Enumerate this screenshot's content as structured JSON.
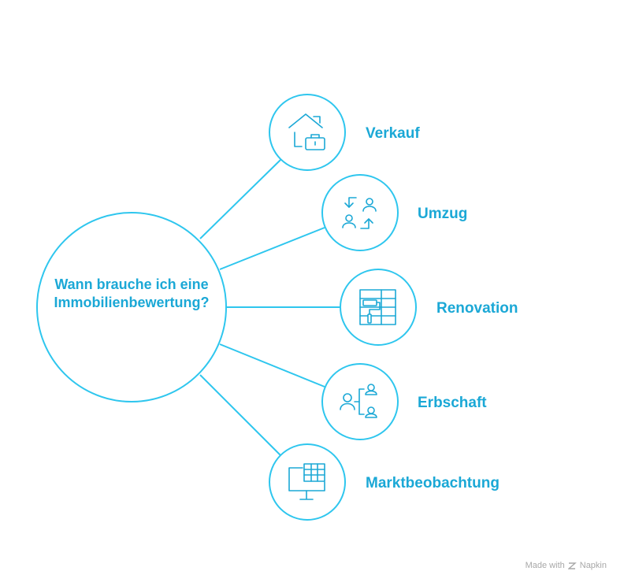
{
  "center": {
    "line1": "Wann brauche ich eine",
    "line2": "Immobilienbewertung?"
  },
  "nodes": [
    {
      "label": "Verkauf",
      "icon": "house-briefcase-icon"
    },
    {
      "label": "Umzug",
      "icon": "people-swap-icon"
    },
    {
      "label": "Renovation",
      "icon": "paint-roller-wall-icon"
    },
    {
      "label": "Erbschaft",
      "icon": "inheritance-people-icon"
    },
    {
      "label": "Marktbeobachtung",
      "icon": "monitor-table-icon"
    }
  ],
  "watermark": {
    "prefix": "Made with",
    "brand": "Napkin"
  },
  "colors": {
    "accent": "#1ba8d6",
    "line": "#2ec6ee"
  }
}
